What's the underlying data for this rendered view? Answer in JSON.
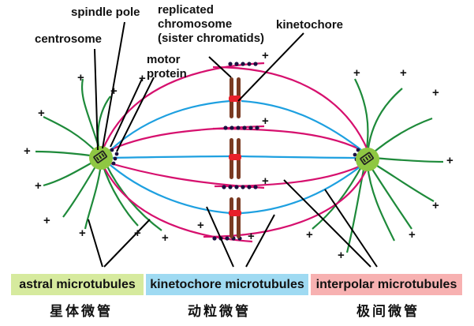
{
  "labels": {
    "spindle_pole": "spindle pole",
    "centrosome": "centrosome",
    "replicated_chromosome": [
      "replicated",
      "chromosome",
      "(sister chromatids)"
    ],
    "kinetochore": "kinetochore",
    "motor_protein": [
      "motor",
      "protein"
    ]
  },
  "plus_sign": "+",
  "legend": {
    "astral": "astral microtubules",
    "kinetochore": "kinetochore microtubules",
    "interpolar": "interpolar microtubules"
  },
  "chinese": {
    "astral": "星体微管",
    "kinetochore": "动粒微管",
    "interpolar": "极间微管"
  },
  "colors": {
    "astral": "#1e8a3a",
    "kinetochore": "#1ea0e0",
    "interpolar": "#d6106e",
    "chromosome": "#7a3a22",
    "centromere": "#e8202a",
    "centrosome": "#8fc743",
    "astral_box": "#d6ea9e",
    "kinetochore_box": "#9fdaf2",
    "interpolar_box": "#f7b1b1"
  }
}
